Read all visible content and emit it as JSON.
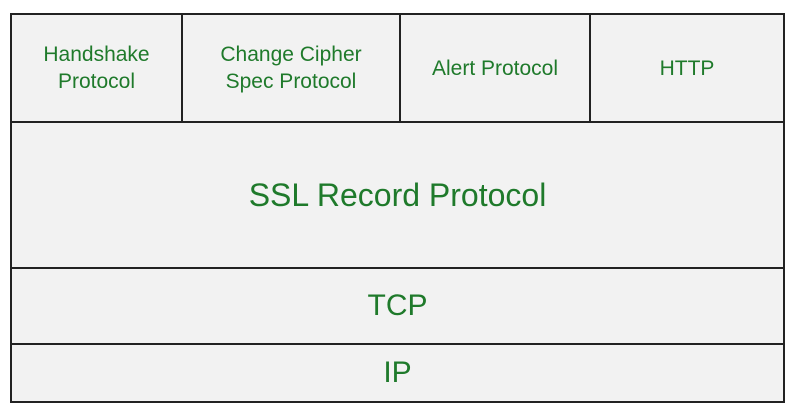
{
  "layers": {
    "application": [
      {
        "label": "Handshake\nProtocol"
      },
      {
        "label": "Change Cipher\nSpec Protocol"
      },
      {
        "label": "Alert Protocol"
      },
      {
        "label": "HTTP"
      }
    ],
    "record": {
      "label": "SSL Record Protocol"
    },
    "transport": {
      "label": "TCP"
    },
    "network": {
      "label": "IP"
    }
  },
  "colors": {
    "text": "#1f7a2b",
    "border": "#222222",
    "fill": "#f2f2f2"
  }
}
